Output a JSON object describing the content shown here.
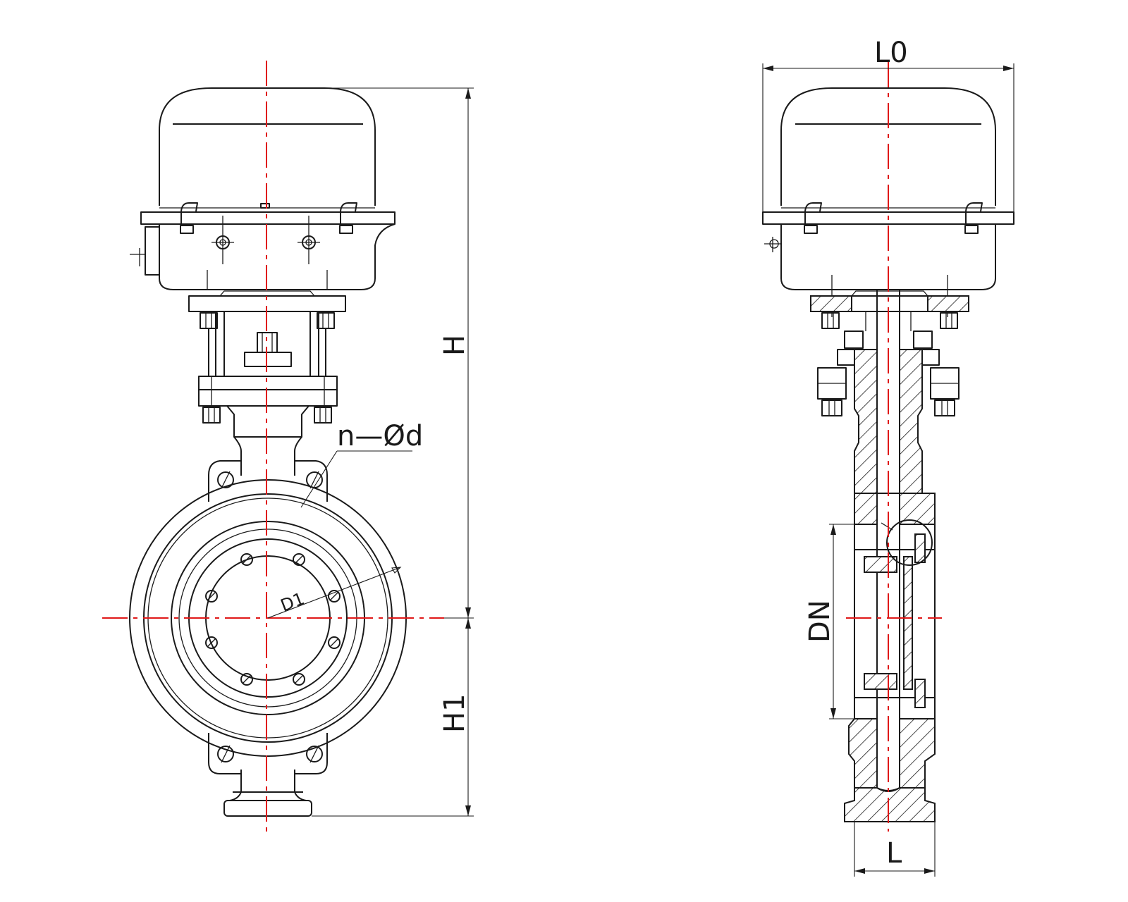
{
  "labels": {
    "L0": "L0",
    "H": "H",
    "H1": "H1",
    "n_d": "n—Ød",
    "D1": "D1",
    "DN": "DN",
    "L": "L"
  },
  "colors": {
    "outline": "#1a1a1a",
    "centerline": "#e01818",
    "background": "#ffffff"
  }
}
